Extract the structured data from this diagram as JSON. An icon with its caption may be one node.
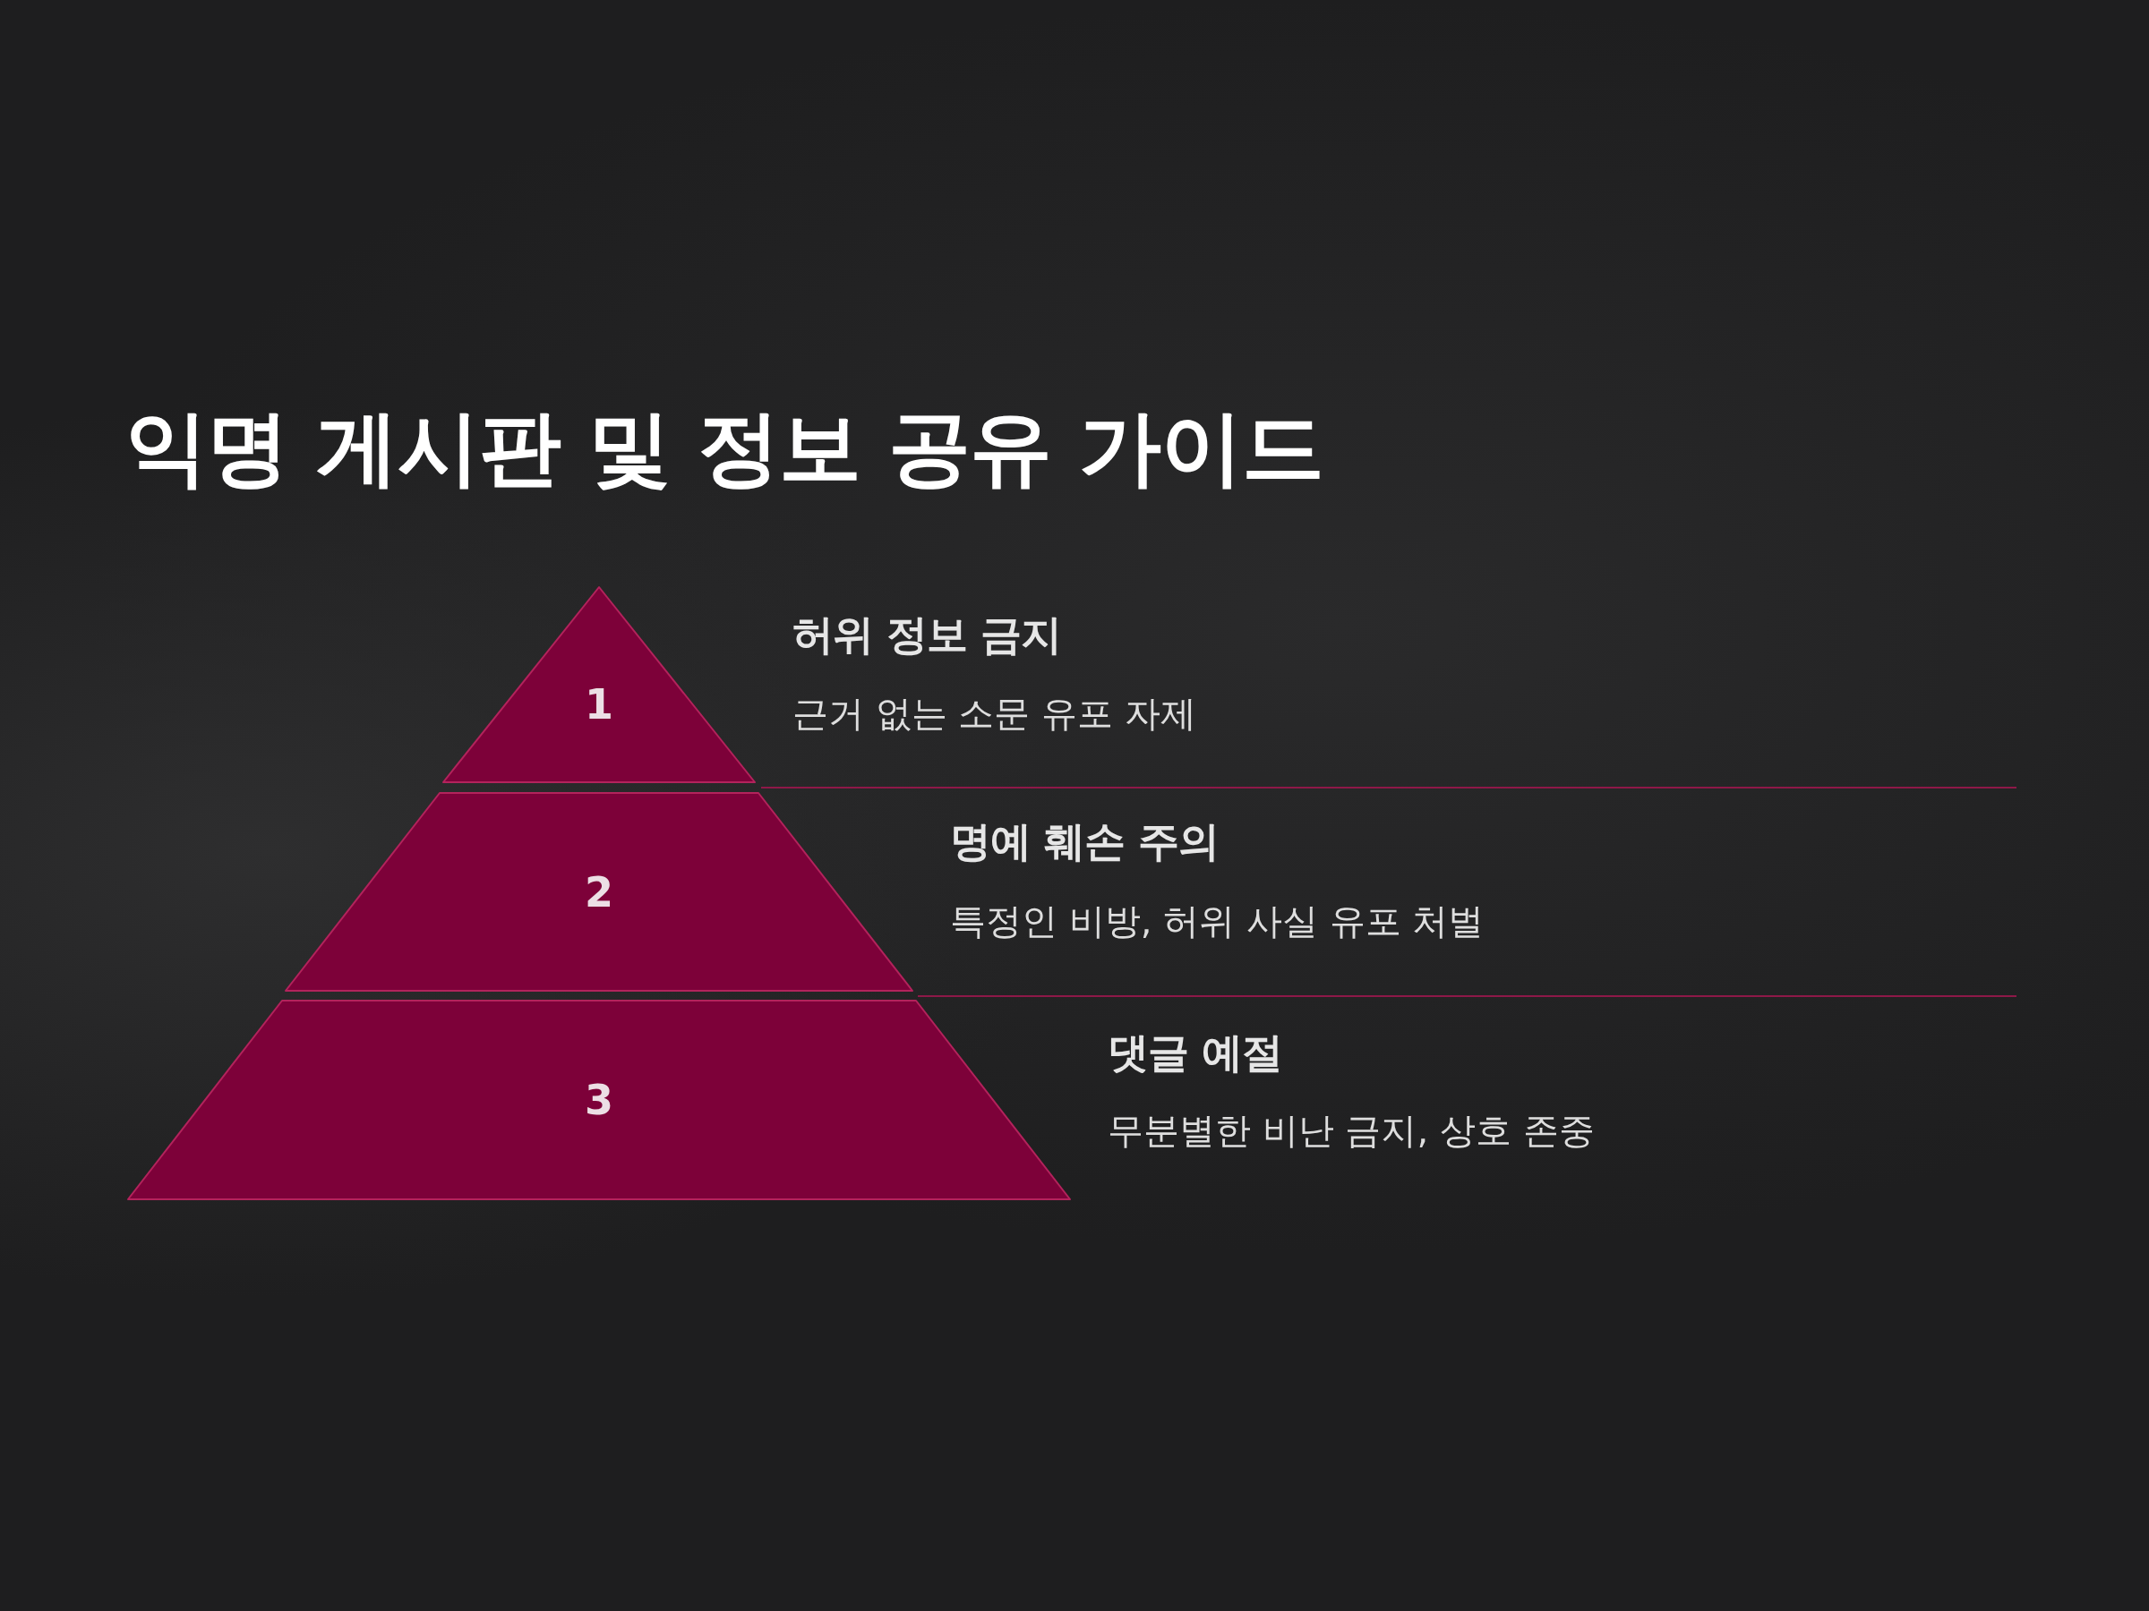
{
  "diagram": {
    "title": "익명 게시판 및 정보 공유 가이드",
    "nodes": [
      {
        "text": [
          "1"
        ],
        "beside": [
          "허위 정보 금지",
          "근거 없는 소문 유포 자제"
        ]
      },
      {
        "text": [
          "2"
        ],
        "beside": [
          "명예 훼손 주의",
          "특정인 비방, 허위 사실 유포 처벌"
        ]
      },
      {
        "text": [
          "3"
        ],
        "beside": [
          "댓글 예절",
          "무분별한 비난 금지, 상호 존중"
        ]
      }
    ]
  }
}
